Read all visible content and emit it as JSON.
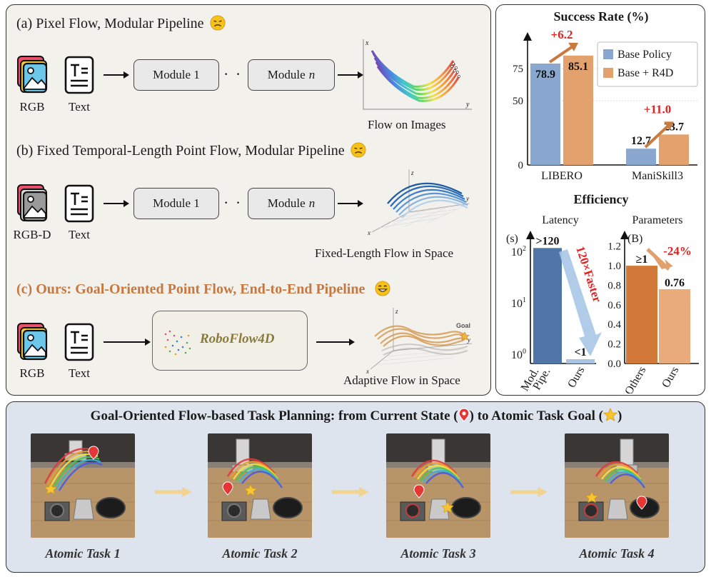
{
  "left": {
    "a_title": "(a) Pixel Flow, Modular Pipeline",
    "b_title": "(b) Fixed Temporal-Length Point Flow, Modular Pipeline",
    "c_title": "(c) Ours: Goal-Oriented Point Flow, End-to-End Pipeline",
    "module1": "Module 1",
    "module_n_prefix": "Module",
    "module_n_var": "n",
    "dots": "· · ·",
    "rgb": "RGB",
    "rgbd": "RGB-D",
    "text": "Text",
    "a_caption": "Flow on Images",
    "b_caption": "Fixed-Length Flow in Space",
    "c_caption": "Adaptive Flow in Space",
    "model_name": "RoboFlow4D",
    "goal_label": "Goal",
    "axis_x": "x",
    "axis_y": "y",
    "axis_z": "z"
  },
  "chart_data": [
    {
      "type": "bar",
      "title": "Success Rate (%)",
      "categories": [
        "LIBERO",
        "ManiSkill3"
      ],
      "series": [
        {
          "name": "Base Policy",
          "values": [
            78.9,
            12.7
          ],
          "color": "#8aa8cf"
        },
        {
          "name": "Base + R4D",
          "values": [
            85.1,
            23.7
          ],
          "color": "#e3a26d"
        }
      ],
      "yticks": [
        0,
        50,
        75
      ],
      "ylim": [
        0,
        100
      ],
      "annotations": [
        "+6.2",
        "+11.0"
      ],
      "legend": "top-right"
    },
    {
      "type": "bar",
      "title": "Efficiency",
      "subtitle": "Latency",
      "ylabel": "(s)",
      "yscale": "log",
      "yticks": [
        "10^0",
        "10^1",
        "10^2"
      ],
      "categories": [
        "Mod. Pipe.",
        "Ours"
      ],
      "values": [
        120,
        1
      ],
      "value_labels": [
        ">120",
        "<1"
      ],
      "annotation": "120×Faster",
      "colors": [
        "#4f76a6",
        "#a9c3e0"
      ]
    },
    {
      "type": "bar",
      "subtitle": "Parameters",
      "ylabel": "(B)",
      "yticks": [
        0.0,
        0.2,
        0.4,
        0.6,
        0.8,
        1.0,
        1.2
      ],
      "ylim": [
        0,
        1.3
      ],
      "categories": [
        "Others",
        "Ours"
      ],
      "values": [
        1.0,
        0.76
      ],
      "value_labels": [
        "≥1",
        "0.76"
      ],
      "annotation": "-24%",
      "colors": [
        "#d2793a",
        "#e9ab7b"
      ]
    }
  ],
  "bottom": {
    "title_prefix": "Goal-Oriented Flow-based Task Planning: from Current State (",
    "title_mid": ") to Atomic Task Goal (",
    "title_suffix": ")",
    "tasks": [
      "Atomic Task 1",
      "Atomic Task 2",
      "Atomic Task 3",
      "Atomic Task 4"
    ]
  }
}
